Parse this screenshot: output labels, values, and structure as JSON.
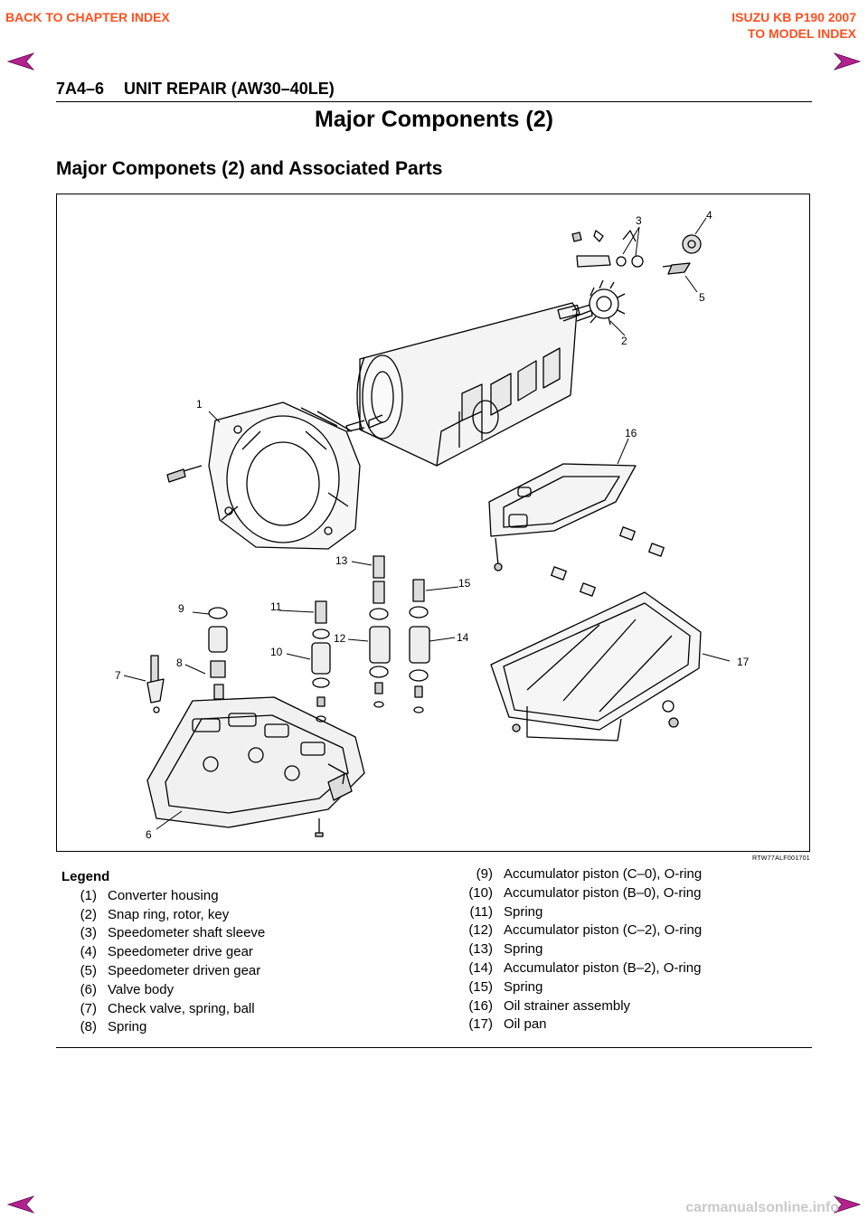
{
  "nav": {
    "back_label": "BACK TO CHAPTER INDEX",
    "model_title": "ISUZU KB P190 2007",
    "model_label": "TO MODEL INDEX"
  },
  "header": {
    "section_code": "7A4–6",
    "section_title": "UNIT REPAIR (AW30–40LE)"
  },
  "page_title": "Major Components (2)",
  "sub_title": "Major Componets (2) and Associated Parts",
  "figure": {
    "code": "RTW77ALF001701",
    "callouts": [
      "1",
      "2",
      "3",
      "4",
      "5",
      "6",
      "7",
      "8",
      "9",
      "10",
      "11",
      "12",
      "13",
      "14",
      "15",
      "16",
      "17"
    ]
  },
  "legend": {
    "heading": "Legend",
    "items": [
      {
        "num": "(1)",
        "text": "Converter housing"
      },
      {
        "num": "(2)",
        "text": "Snap ring, rotor, key"
      },
      {
        "num": "(3)",
        "text": "Speedometer shaft sleeve"
      },
      {
        "num": "(4)",
        "text": "Speedometer drive gear"
      },
      {
        "num": "(5)",
        "text": "Speedometer driven gear"
      },
      {
        "num": "(6)",
        "text": "Valve body"
      },
      {
        "num": "(7)",
        "text": "Check valve, spring, ball"
      },
      {
        "num": "(8)",
        "text": "Spring"
      },
      {
        "num": "(9)",
        "text": "Accumulator piston (C–0), O-ring"
      },
      {
        "num": "(10)",
        "text": "Accumulator piston (B–0), O-ring"
      },
      {
        "num": "(11)",
        "text": "Spring"
      },
      {
        "num": "(12)",
        "text": "Accumulator piston (C–2), O-ring"
      },
      {
        "num": "(13)",
        "text": "Spring"
      },
      {
        "num": "(14)",
        "text": "Accumulator piston (B–2), O-ring"
      },
      {
        "num": "(15)",
        "text": "Spring"
      },
      {
        "num": "(16)",
        "text": "Oil strainer assembly"
      },
      {
        "num": "(17)",
        "text": "Oil pan"
      }
    ]
  },
  "watermark": "carmanualsonline.info",
  "colors": {
    "nav_link": "#ff4f1f",
    "arrow_fill": "#b3218f",
    "watermark": "#c9c9c9"
  },
  "icons": {
    "prev": "arrow-left-icon",
    "next": "arrow-right-icon"
  }
}
